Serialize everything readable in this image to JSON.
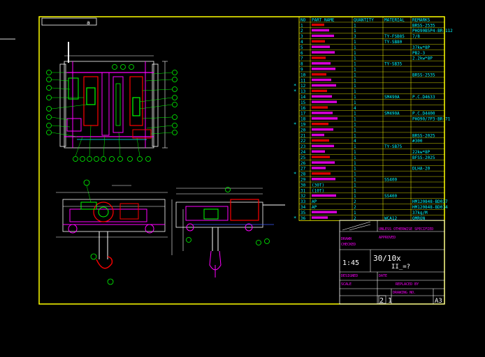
{
  "colors": {
    "background": "#000000",
    "frame": "#ffff00",
    "table_text": "#00ffff",
    "part_red": "#ff0000",
    "part_magenta": "#ff00ff",
    "part_green": "#00ff00",
    "part_white": "#ffffff",
    "part_blue": "#3b5bff"
  },
  "corner_marker": "a",
  "bom": {
    "headers": [
      "NO",
      "PART NAME",
      "QUANTITY",
      "MATERIAL",
      "REMARKS"
    ],
    "rows": [
      {
        "no": "1",
        "name": "",
        "qty": "1",
        "mat": "",
        "rem": "BRSS-2535",
        "star": ""
      },
      {
        "no": "2",
        "name": "",
        "qty": "1",
        "mat": "",
        "rem": "PHO90B5P4-BR-112",
        "star": ""
      },
      {
        "no": "3",
        "name": "",
        "qty": "3",
        "mat": "TY-FSB85",
        "rem": "7/8",
        "star": ""
      },
      {
        "no": "4",
        "name": "",
        "qty": "1",
        "mat": "TY-SB80",
        "rem": "",
        "star": ""
      },
      {
        "no": "5",
        "name": "",
        "qty": "1",
        "mat": "",
        "rem": "37kw*8P",
        "star": ""
      },
      {
        "no": "6",
        "name": "",
        "qty": "1",
        "mat": "",
        "rem": "PB2-3",
        "star": ""
      },
      {
        "no": "7",
        "name": "",
        "qty": "1",
        "mat": "",
        "rem": "2.2kw*8P",
        "star": ""
      },
      {
        "no": "8",
        "name": "",
        "qty": "1",
        "mat": "TY-SB35",
        "rem": "",
        "star": ""
      },
      {
        "no": "9",
        "name": "",
        "qty": "1",
        "mat": "",
        "rem": "",
        "star": ""
      },
      {
        "no": "10",
        "name": "",
        "qty": "1",
        "mat": "",
        "rem": "BRSS-2535",
        "star": ""
      },
      {
        "no": "11",
        "name": "",
        "qty": "1",
        "mat": "",
        "rem": "",
        "star": ""
      },
      {
        "no": "12",
        "name": "",
        "qty": "1",
        "mat": "",
        "rem": "",
        "star": "*"
      },
      {
        "no": "13",
        "name": "",
        "qty": "1",
        "mat": "",
        "rem": "",
        "star": "*"
      },
      {
        "no": "14",
        "name": "",
        "qty": "1",
        "mat": "SM490A",
        "rem": "P.C.D4633",
        "star": ""
      },
      {
        "no": "15",
        "name": "",
        "qty": "1",
        "mat": "",
        "rem": "",
        "star": ""
      },
      {
        "no": "16",
        "name": "",
        "qty": "4",
        "mat": "",
        "rem": "",
        "star": ""
      },
      {
        "no": "17",
        "name": "",
        "qty": "1",
        "mat": "SM490A",
        "rem": "P.C.D4400",
        "star": ""
      },
      {
        "no": "18",
        "name": "",
        "qty": "1",
        "mat": "",
        "rem": "PHO90/7P3-BR-71",
        "star": ""
      },
      {
        "no": "19",
        "name": "",
        "qty": "1",
        "mat": "",
        "rem": "",
        "star": "*"
      },
      {
        "no": "20",
        "name": "",
        "qty": "1",
        "mat": "",
        "rem": "",
        "star": ""
      },
      {
        "no": "21",
        "name": "",
        "qty": "1",
        "mat": "",
        "rem": "BRSS-2025",
        "star": ""
      },
      {
        "no": "22",
        "name": "",
        "qty": "4",
        "mat": "",
        "rem": "#300",
        "star": ""
      },
      {
        "no": "23",
        "name": "",
        "qty": "1",
        "mat": "TY-SB75",
        "rem": "",
        "star": ""
      },
      {
        "no": "24",
        "name": "",
        "qty": "1",
        "mat": "",
        "rem": "22kw*8P",
        "star": ""
      },
      {
        "no": "25",
        "name": "",
        "qty": "1",
        "mat": "",
        "rem": "BFSS-2025",
        "star": ""
      },
      {
        "no": "26",
        "name": "",
        "qty": "1",
        "mat": "",
        "rem": "",
        "star": ""
      },
      {
        "no": "27",
        "name": "",
        "qty": "1",
        "mat": "",
        "rem": "DLHA-20",
        "star": ""
      },
      {
        "no": "28",
        "name": "",
        "qty": "1",
        "mat": "",
        "rem": "",
        "star": "*"
      },
      {
        "no": "29",
        "name": "",
        "qty": "1",
        "mat": "SS400",
        "rem": "",
        "star": ""
      },
      {
        "no": "30",
        "name": "(30T)",
        "qty": "1",
        "mat": "",
        "rem": "",
        "star": ""
      },
      {
        "no": "31",
        "name": "(10T)",
        "qty": "1",
        "mat": "",
        "rem": "",
        "star": ""
      },
      {
        "no": "32",
        "name": "",
        "qty": "1",
        "mat": "SS400",
        "rem": "",
        "star": ""
      },
      {
        "no": "33",
        "name": "AP",
        "qty": "2",
        "mat": "",
        "rem": "HM120848-BD037",
        "star": ""
      },
      {
        "no": "34",
        "name": "AP",
        "qty": "2",
        "mat": "",
        "rem": "HM120848-BD014",
        "star": ""
      },
      {
        "no": "35",
        "name": "",
        "qty": "1",
        "mat": "",
        "rem": "37kg/M",
        "star": ""
      },
      {
        "no": "36",
        "name": "",
        "qty": "2",
        "mat": "WCA12",
        "rem": "OMRON",
        "star": "*"
      }
    ]
  },
  "title_block": {
    "drawing_title": "30/10x",
    "scale": "1:45",
    "sheet_label": "II_=?",
    "sheet_no": "2",
    "sheet_of": "1",
    "paper_size": "A3",
    "small_lines": [
      "UNLESS OTHERWISE SPECIFIED",
      "DRAWN",
      "CHECKED",
      "APPROVED",
      "DESIGNED",
      "SCALE",
      "DATE",
      "REPLACED BY",
      "DRAWING NO."
    ]
  }
}
